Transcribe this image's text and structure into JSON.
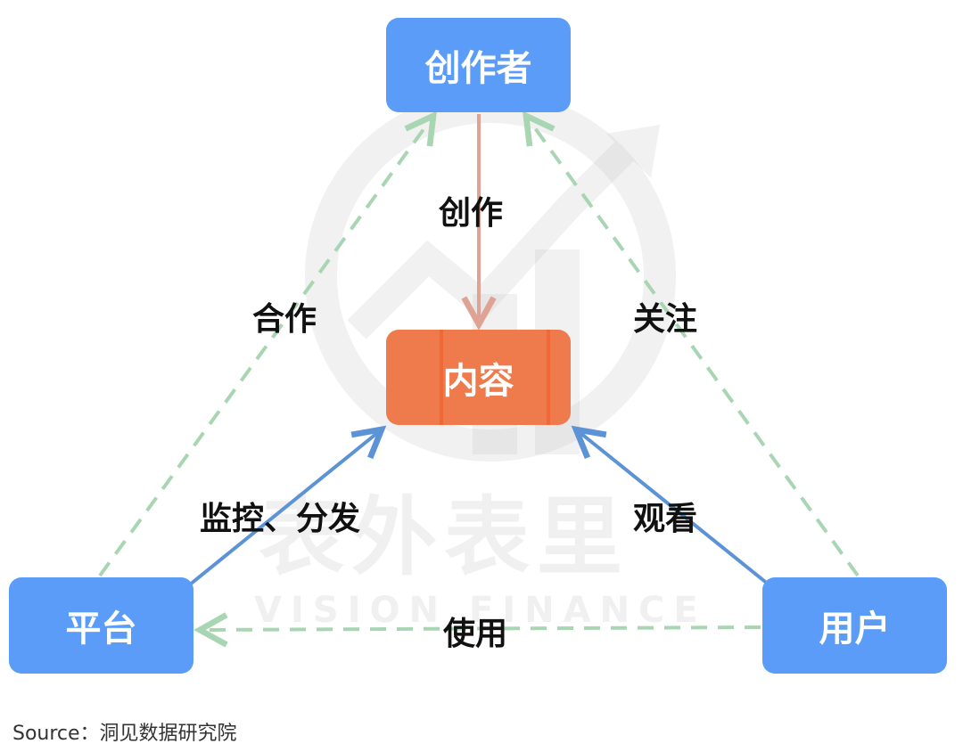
{
  "nodes": {
    "creator": "创作者",
    "content": "内容",
    "platform": "平台",
    "user": "用户"
  },
  "edges": {
    "create": "创作",
    "cooperate": "合作",
    "follow": "关注",
    "monitor_distribute": "监控、分发",
    "watch": "观看",
    "use": "使用"
  },
  "watermark": {
    "cn": "表外表里",
    "en": "VISION FINANCE"
  },
  "source": "Source：洞见数据研究院",
  "colors": {
    "node_blue": "#5a9cf8",
    "node_orange": "#ef7a4c",
    "arrow_blue": "#5b93d6",
    "arrow_pink": "#e0a393",
    "dashed_green": "#a9d6b2"
  }
}
